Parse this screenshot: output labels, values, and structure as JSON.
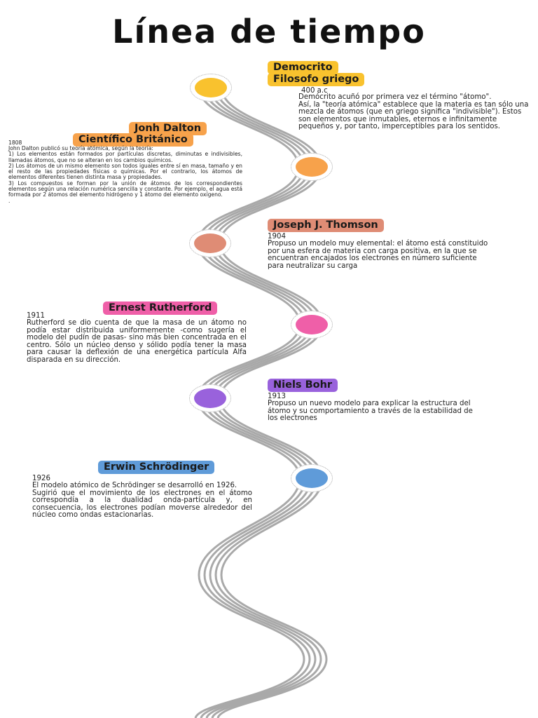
{
  "title": "Línea de tiempo",
  "colors": {
    "yellow": "#f9c22e",
    "orange": "#f7a24b",
    "salmon": "#df8c75",
    "pink": "#ef5fa8",
    "purple": "#9962dc",
    "blue": "#5f9bd9",
    "path": "#a9a9a9"
  },
  "events": [
    {
      "name": "Democrito",
      "subtitle": "Filosofo griego",
      "year": "400 a.c",
      "description": "Demócrito acuñó por primera vez el término \"átomo\".\nAsí, la \"teoría atómica\" establece que la materia es tan sólo una mezcla de átomos (que en griego significa \"indivisible\"). Estos son elementos que inmutables, eternos e infinitamente pequeños y, por tanto, imperceptibles para los sentidos."
    },
    {
      "name": "Jonh Dalton",
      "subtitle": "Científico Británico",
      "year": "1808",
      "description": "John Dalton publicó su teoría atómica, según la teoría:\n1) Los elementos están formados por partículas discretas, diminutas e indivisibles, llamadas átomos, que no se alteran en los cambios químicos.\n2) Los átomos de un mismo elemento son todos iguales entre sí en masa, tamaño y en el resto de las propiedades físicas o químicas. Por el contrario, los átomos de elementos diferentes tienen distinta masa y propiedades.\n3) Los compuestos se forman por la unión de átomos de los correspondientes elementos según una relación numérica sencilla y constante. Por ejemplo, el agua está formada por 2 átomos del elemento hidrógeno y 1 átomo del elemento oxígeno.\n."
    },
    {
      "name": "Joseph J. Thomson",
      "year": "1904",
      "description": "Propuso un modelo muy elemental: el átomo está constituido por una esfera de materia con carga positiva, en la que se encuentran encajados los electrones en número suficiente para neutralizar su carga"
    },
    {
      "name": "Ernest Rutherford",
      "year": "1911",
      "description": "Rutherford se dio cuenta de que la masa de un átomo no podía estar distribuida uniformemente -como sugería el modelo del pudín de pasas- sino más bien concentrada en el centro. Sólo un núcleo denso y sólido podía tener la masa para causar la deflexión de una energética partícula Alfa disparada en su dirección."
    },
    {
      "name": "Niels Bohr",
      "year": "1913",
      "description": "Propuso un nuevo modelo para explicar la estructura del átomo y su comportamiento a través de la estabilidad de los electrones"
    },
    {
      "name": "Erwin Schrödinger",
      "year": "1926",
      "description": "El modelo atómico de Schrödinger se desarrolló en 1926.\nSugirió que el movimiento de los electrones en el átomo correspondía a la dualidad onda-partícula y, en consecuencia, los electrones podían moverse alrededor del núcleo como ondas estacionarias."
    }
  ]
}
